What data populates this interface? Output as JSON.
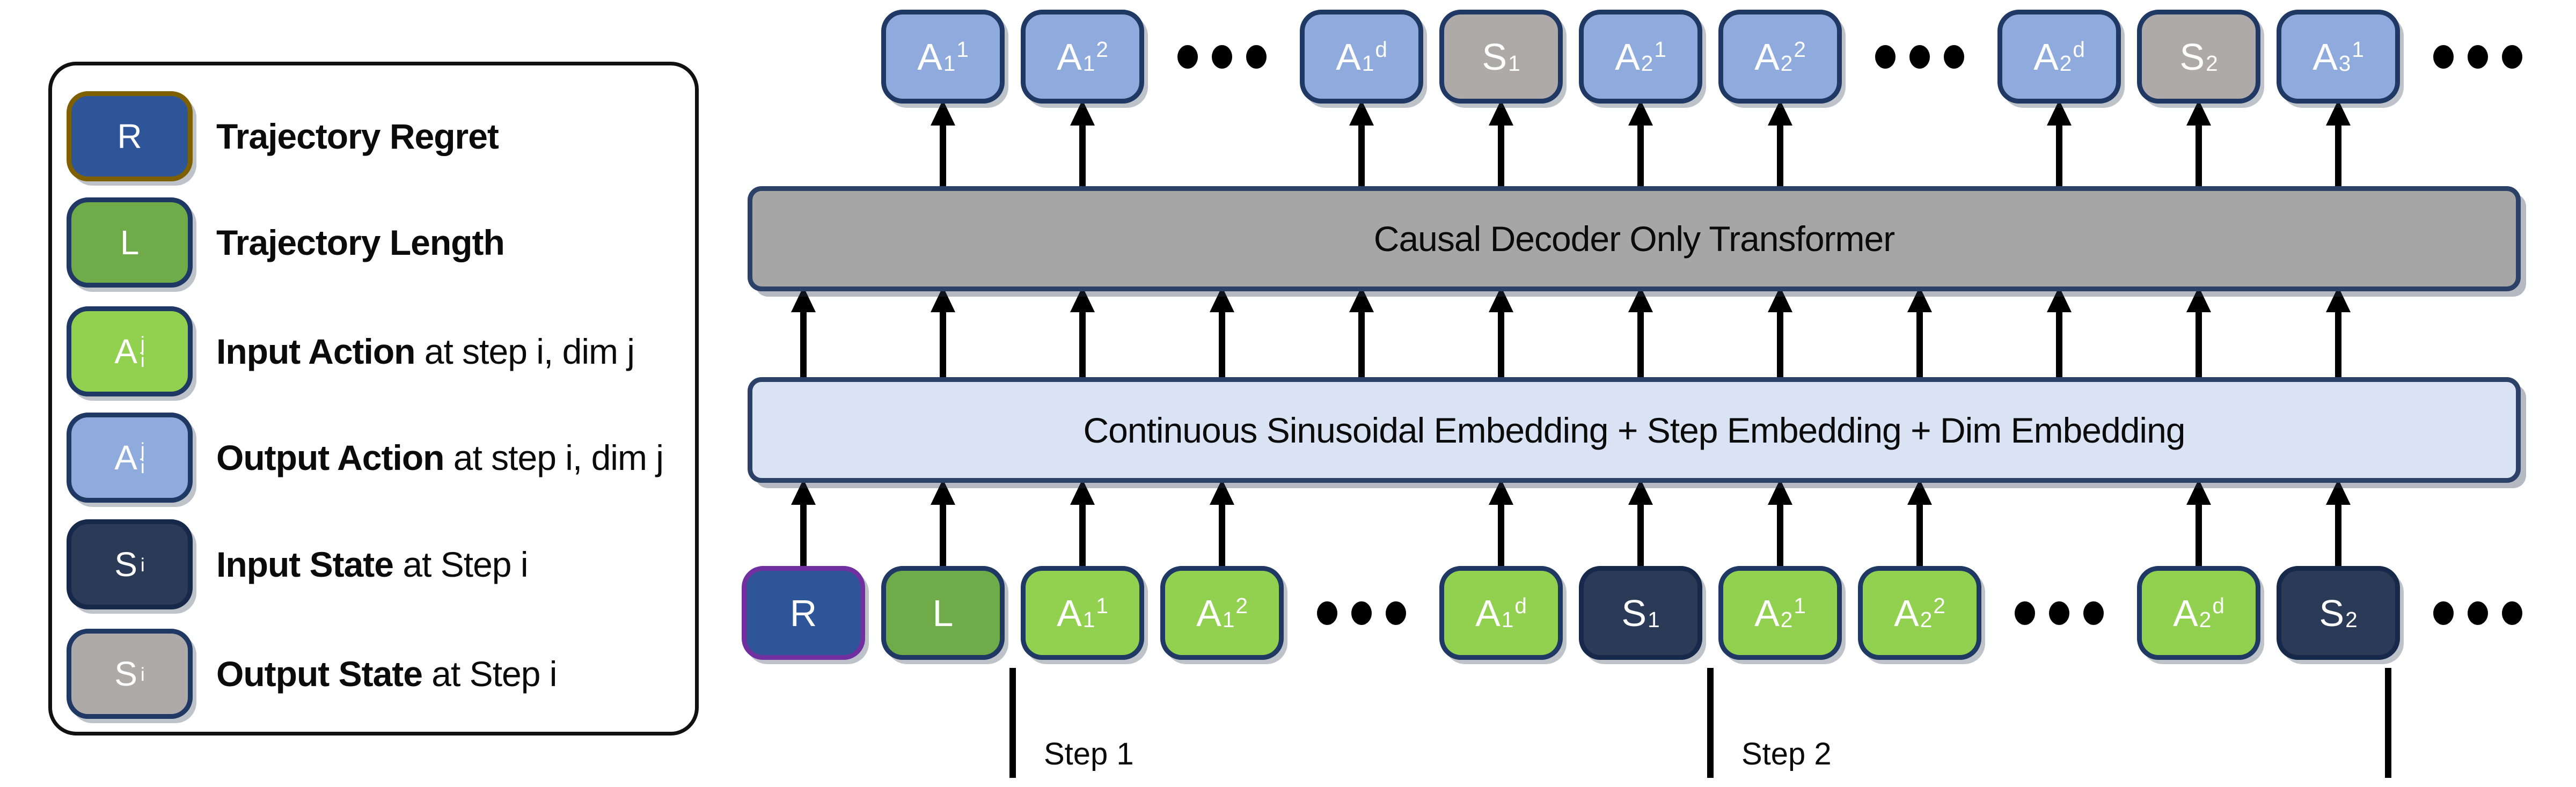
{
  "legend": {
    "items": [
      {
        "token": {
          "base": "R"
        },
        "type": "regret",
        "bold": "Trajectory Regret",
        "rest": ""
      },
      {
        "token": {
          "base": "L"
        },
        "type": "length",
        "bold": "Trajectory Length",
        "rest": ""
      },
      {
        "token": {
          "base": "A",
          "sub": "i",
          "sup": "j"
        },
        "type": "input-action",
        "bold": "Input Action",
        "rest": " at step i, dim j"
      },
      {
        "token": {
          "base": "A",
          "sub": "i",
          "sup": "j"
        },
        "type": "output-action",
        "bold": "Output Action",
        "rest": " at step i, dim j"
      },
      {
        "token": {
          "base": "S",
          "sub": "i"
        },
        "type": "input-state",
        "bold": "Input State",
        "rest": " at Step i"
      },
      {
        "token": {
          "base": "S",
          "sub": "i"
        },
        "type": "output-state",
        "bold": "Output State",
        "rest": " at Step i"
      }
    ]
  },
  "bars": {
    "transformer": "Causal Decoder Only Transformer",
    "embedding": "Continuous Sinusoidal Embedding + Step Embedding + Dim Embedding"
  },
  "rows": {
    "top": [
      {
        "col": 1,
        "base": "A",
        "sub": "1",
        "sup": "1",
        "type": "output-action"
      },
      {
        "col": 2,
        "base": "A",
        "sub": "1",
        "sup": "2",
        "type": "output-action"
      },
      {
        "col": 3,
        "type": "dots"
      },
      {
        "col": 4,
        "base": "A",
        "sub": "1",
        "sup": "d",
        "type": "output-action"
      },
      {
        "col": 5,
        "base": "S",
        "sub": "1",
        "type": "output-state"
      },
      {
        "col": 6,
        "base": "A",
        "sub": "2",
        "sup": "1",
        "type": "output-action"
      },
      {
        "col": 7,
        "base": "A",
        "sub": "2",
        "sup": "2",
        "type": "output-action"
      },
      {
        "col": 8,
        "type": "dots"
      },
      {
        "col": 9,
        "base": "A",
        "sub": "2",
        "sup": "d",
        "type": "output-action"
      },
      {
        "col": 10,
        "base": "S",
        "sub": "2",
        "type": "output-state"
      },
      {
        "col": 11,
        "base": "A",
        "sub": "3",
        "sup": "1",
        "type": "output-action"
      },
      {
        "col": 12,
        "type": "dots"
      }
    ],
    "bottom": [
      {
        "col": 0,
        "base": "R",
        "type": "regret"
      },
      {
        "col": 1,
        "base": "L",
        "type": "length"
      },
      {
        "col": 2,
        "base": "A",
        "sub": "1",
        "sup": "1",
        "type": "input-action"
      },
      {
        "col": 3,
        "base": "A",
        "sub": "1",
        "sup": "2",
        "type": "input-action"
      },
      {
        "col": 4,
        "type": "dots"
      },
      {
        "col": 5,
        "base": "A",
        "sub": "1",
        "sup": "d",
        "type": "input-action"
      },
      {
        "col": 6,
        "base": "S",
        "sub": "1",
        "type": "input-state"
      },
      {
        "col": 7,
        "base": "A",
        "sub": "2",
        "sup": "1",
        "type": "input-action"
      },
      {
        "col": 8,
        "base": "A",
        "sub": "2",
        "sup": "2",
        "type": "input-action"
      },
      {
        "col": 9,
        "type": "dots"
      },
      {
        "col": 10,
        "base": "A",
        "sub": "2",
        "sup": "d",
        "type": "input-action"
      },
      {
        "col": 11,
        "base": "S",
        "sub": "2",
        "type": "input-state"
      },
      {
        "col": 12,
        "type": "dots"
      }
    ]
  },
  "steps": [
    {
      "label": "Step 1"
    },
    {
      "label": "Step 2"
    },
    {
      "label": ""
    }
  ],
  "colors": {
    "regret_fill": "#2E5597",
    "regret_border_legend": "#7F6000",
    "regret_border_row": "#7030A0",
    "length_fill": "#6FAC49",
    "input_action_fill": "#92D050",
    "output_action_fill": "#8FAADC",
    "input_state_fill": "#2B3B57",
    "input_state_border": "#16294A",
    "output_state_fill": "#AEAAAA",
    "box_border": "#1F3864",
    "transformer_fill": "#A6A6A6",
    "embedding_fill": "#DAE3F3",
    "bar_border": "#2B4168",
    "arrow_color": "#000000"
  }
}
